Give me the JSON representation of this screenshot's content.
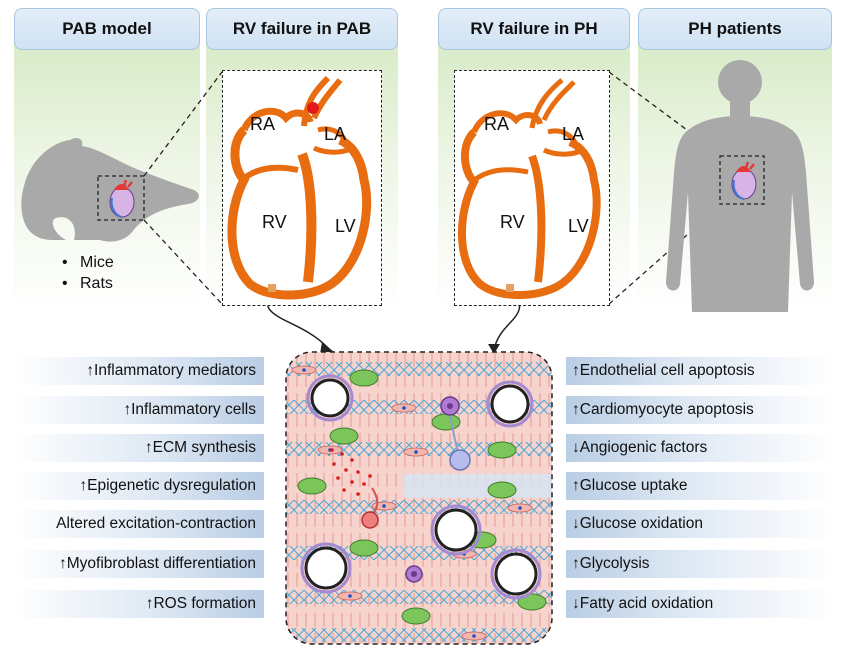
{
  "headers": {
    "pab_model": "PAB model",
    "rv_failure_pab": "RV failure in PAB",
    "rv_failure_ph": "RV failure in PH",
    "ph_patients": "PH patients"
  },
  "species": [
    "Mice",
    "Rats"
  ],
  "heart_labels": {
    "pab": {
      "ra": "RA",
      "la": "LA",
      "rv": "RV",
      "lv": "LV"
    },
    "ph": {
      "ra": "RA",
      "la": "LA",
      "rv": "RV",
      "lv": "LV"
    }
  },
  "left_factors": [
    "↑Inflammatory mediators",
    "↑Inflammatory cells",
    "↑ECM synthesis",
    "↑Epigenetic dysregulation",
    "Altered excitation-contraction",
    "↑Myofibroblast differentiation",
    "↑ROS formation"
  ],
  "right_factors": [
    "↑Endothelial cell apoptosis",
    "↑Cardiomyocyte apoptosis",
    "↓Angiogenic factors",
    "↑Glucose uptake",
    "↓Glucose oxidation",
    "↑Glycolysis",
    "↓Fatty acid oxidation"
  ],
  "colors": {
    "heart_orange": "#e86c10",
    "header_blue": "#cfe2f3",
    "silhouette_gray": "#a9a9a9",
    "cardiomyocyte_pink": "#f6d3cc",
    "capillary_blue": "#4aa8d8",
    "cell_green": "#7cc55a"
  }
}
